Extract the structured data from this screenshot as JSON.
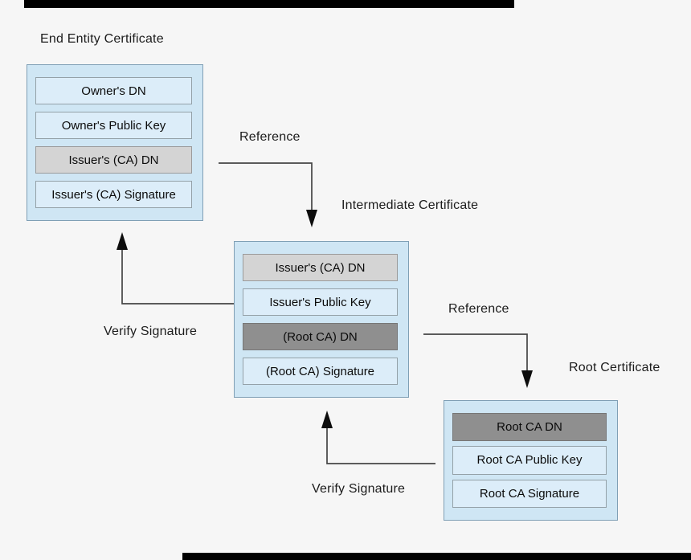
{
  "diagram": {
    "background_color": "#f6f6f6",
    "colors": {
      "certificate_fill": "#cfe6f4",
      "certificate_border": "#7f9fb5",
      "field_blue_fill": "#dcedf9",
      "field_light_gray_fill": "#d4d4d4",
      "field_dark_gray_fill": "#8f8f8f",
      "arrow_color": "#454545",
      "text_color": "#1c1c1c"
    },
    "certificates": [
      {
        "title": "End Entity Certificate",
        "rows": [
          {
            "label": "Owner's DN",
            "tone": "blue"
          },
          {
            "label": "Owner's Public Key",
            "tone": "blue"
          },
          {
            "label": "Issuer's (CA) DN",
            "tone": "light-gray"
          },
          {
            "label": "Issuer's (CA) Signature",
            "tone": "blue"
          }
        ]
      },
      {
        "title": "Intermediate Certificate",
        "rows": [
          {
            "label": "Issuer's (CA) DN",
            "tone": "light-gray"
          },
          {
            "label": "Issuer's Public Key",
            "tone": "blue"
          },
          {
            "label": "(Root CA) DN",
            "tone": "dark-gray"
          },
          {
            "label": "(Root CA) Signature",
            "tone": "blue"
          }
        ]
      },
      {
        "title": "Root Certificate",
        "rows": [
          {
            "label": "Root CA DN",
            "tone": "dark-gray"
          },
          {
            "label": "Root CA Public Key",
            "tone": "blue"
          },
          {
            "label": "Root CA Signature",
            "tone": "blue"
          }
        ]
      }
    ],
    "arrows": [
      {
        "label": "Reference",
        "from": "End Entity Certificate",
        "to": "Intermediate Certificate"
      },
      {
        "label": "Reference",
        "from": "Intermediate Certificate",
        "to": "Root Certificate"
      },
      {
        "label": "Verify Signature",
        "from": "Intermediate Certificate",
        "to": "End Entity Certificate"
      },
      {
        "label": "Verify Signature",
        "from": "Root Certificate",
        "to": "Intermediate Certificate"
      }
    ]
  }
}
